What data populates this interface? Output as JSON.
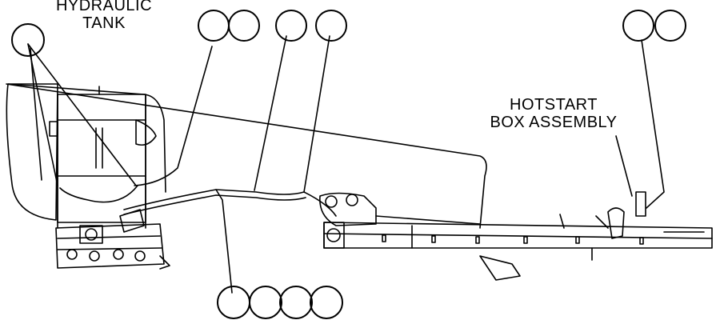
{
  "labels": {
    "hydraulic_tank": [
      "HYDRAULIC",
      "TANK"
    ],
    "hotstart_box": [
      "HOTSTART",
      "BOX ASSEMBLY"
    ]
  },
  "callouts": [
    {
      "name": "callout-tank-left",
      "text": ""
    },
    {
      "name": "callout-upper-pair-a",
      "text": ""
    },
    {
      "name": "callout-upper-pair-b",
      "text": ""
    },
    {
      "name": "callout-center-a",
      "text": ""
    },
    {
      "name": "callout-center-b",
      "text": ""
    },
    {
      "name": "callout-right-pair-a",
      "text": ""
    },
    {
      "name": "callout-right-pair-b",
      "text": ""
    },
    {
      "name": "callout-bottom-a",
      "text": ""
    },
    {
      "name": "callout-bottom-b",
      "text": ""
    },
    {
      "name": "callout-bottom-c",
      "text": ""
    },
    {
      "name": "callout-bottom-d",
      "text": ""
    }
  ],
  "colors": {
    "line": "#000000",
    "background": "#ffffff"
  }
}
